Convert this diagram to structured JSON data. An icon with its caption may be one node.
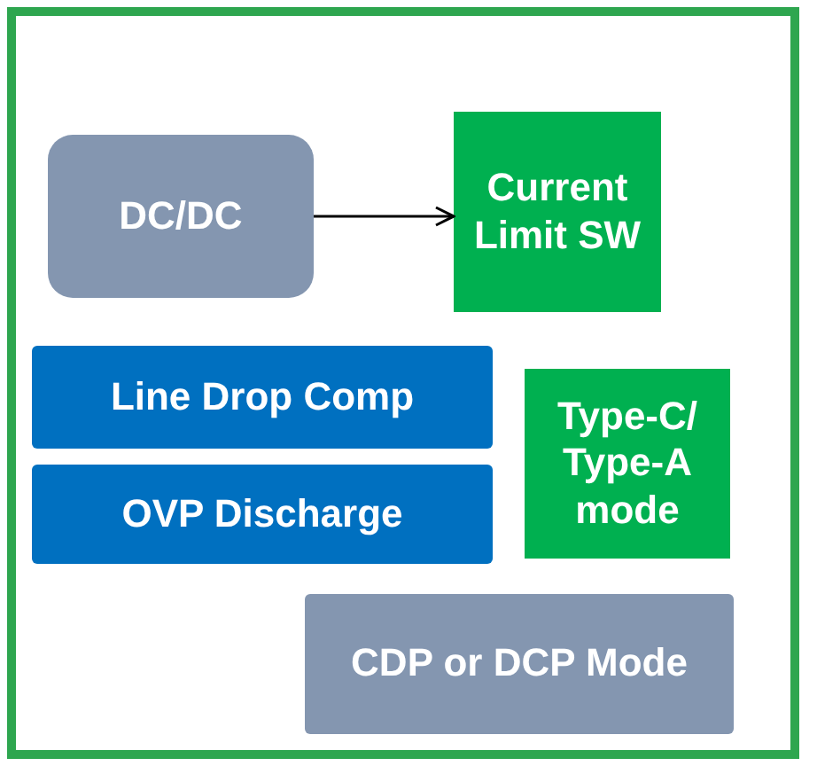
{
  "diagram": {
    "nodes": [
      {
        "text": [],
        "shape": "box"
      },
      {
        "text": [
          "DC/DC"
        ],
        "in": 0
      },
      {
        "text": [
          "Current Limit SW"
        ],
        "in": 0
      },
      {
        "text": [
          "Line Drop Comp"
        ],
        "in": 0
      },
      {
        "text": [
          "Type-C/ Type-A mode"
        ],
        "in": 0
      },
      {
        "text": [
          "OVP Discharge"
        ],
        "in": 0
      },
      {
        "text": [
          "CDP or DCP Mode"
        ],
        "in": 0
      }
    ],
    "edges": [
      {
        "from": 1,
        "to": 2,
        "arrow": "to"
      }
    ]
  }
}
